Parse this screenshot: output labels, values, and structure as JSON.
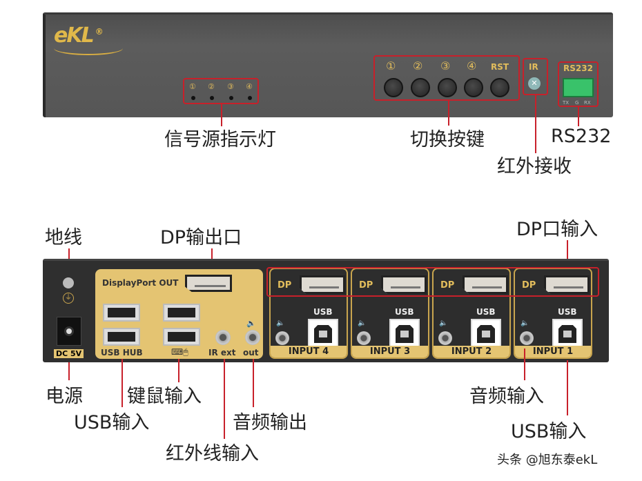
{
  "front": {
    "logo": "eKL",
    "registered": "®",
    "leds": [
      "①",
      "②",
      "③",
      "④"
    ],
    "buttons": [
      "①",
      "②",
      "③",
      "④",
      "RST"
    ],
    "ir": "IR",
    "rs232": "RS232",
    "rs232_pins": [
      "TX",
      "G",
      "RX"
    ]
  },
  "back": {
    "dp_out": "DisplayPort OUT",
    "dc": "DC 5V",
    "usb_hub": "USB HUB",
    "km_icon": "keyboard-mouse-icon",
    "ir_ext": "IR ext",
    "out": "out",
    "inputs": [
      {
        "dp": "DP",
        "usb": "USB",
        "name": "INPUT 4"
      },
      {
        "dp": "DP",
        "usb": "USB",
        "name": "INPUT 3"
      },
      {
        "dp": "DP",
        "usb": "USB",
        "name": "INPUT 2"
      },
      {
        "dp": "DP",
        "usb": "USB",
        "name": "INPUT 1"
      }
    ]
  },
  "labels": {
    "led": "信号源指示灯",
    "switch": "切换按键",
    "ir": "红外接收",
    "rs232": "RS232",
    "ground": "地线",
    "dp_out": "DP输出口",
    "dp_in": "DP口输入",
    "power": "电源",
    "usb_in": "USB输入",
    "km_in": "键鼠输入",
    "ir_in": "红外线输入",
    "audio_out": "音频输出",
    "audio_in": "音频输入",
    "usb_in2": "USB输入"
  },
  "watermark": "头条 @旭东泰ekL",
  "colors": {
    "annotation": "#c8202a",
    "gold": "#e4c472"
  }
}
